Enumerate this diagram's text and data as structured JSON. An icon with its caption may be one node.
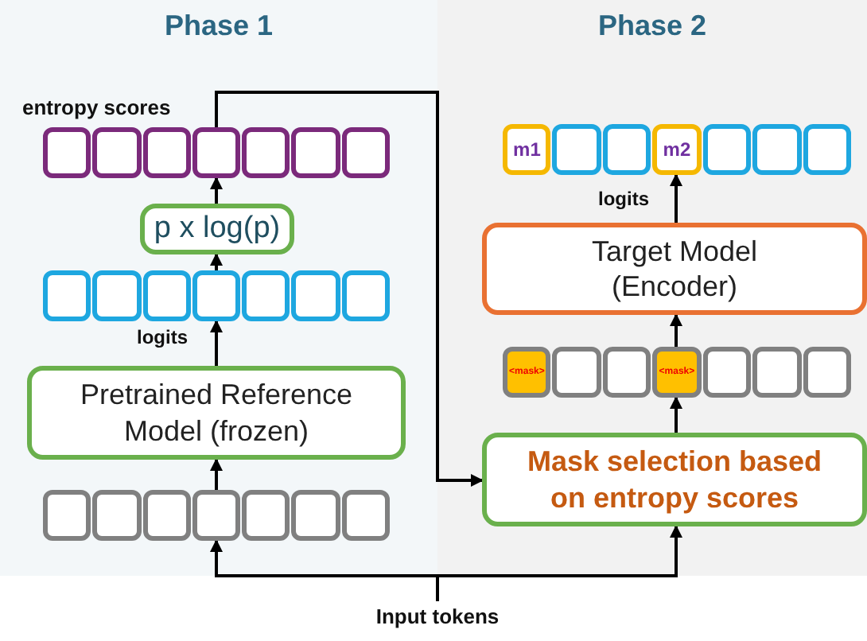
{
  "diagram": {
    "nodes": [
      {
        "text": [
          "Phase 1"
        ]
      },
      {
        "text": [],
        "shape": "bar",
        "in": 0,
        "beside": [
          "entropy scores"
        ]
      },
      {
        "text": [
          "p x log(p)"
        ],
        "in": 0
      },
      {
        "text": [],
        "shape": "bar",
        "in": 0
      },
      {
        "text": [
          "Pretrained Reference Model (frozen)"
        ],
        "in": 0
      },
      {
        "text": [],
        "shape": "bar",
        "in": 0
      },
      {
        "text": [
          "Phase 2"
        ]
      },
      {
        "text": [
          "m1",
          "m2"
        ],
        "in": 6
      },
      {
        "text": [
          "Target Model (Encoder)"
        ],
        "in": 6
      },
      {
        "text": [
          "<mask>",
          "<mask>"
        ],
        "in": 6
      },
      {
        "text": [
          "Mask selection based on entropy scores"
        ],
        "in": 6
      },
      {
        "text": [
          "Input tokens"
        ]
      }
    ],
    "edges": [
      {
        "from": 11,
        "to": 5,
        "arrow": "to"
      },
      {
        "from": 11,
        "to": 10,
        "arrow": "to"
      },
      {
        "from": 5,
        "to": 4,
        "arrow": "to"
      },
      {
        "from": 4,
        "to": 3,
        "arrow": "to",
        "label": "logits"
      },
      {
        "from": 3,
        "to": 2,
        "arrow": "to"
      },
      {
        "from": 2,
        "to": 1,
        "arrow": "to"
      },
      {
        "from": 1,
        "to": 10,
        "arrow": "to"
      },
      {
        "from": 10,
        "to": 9,
        "arrow": "to"
      },
      {
        "from": 9,
        "to": 8,
        "arrow": "to"
      },
      {
        "from": 8,
        "to": 7,
        "arrow": "to",
        "label": "logits"
      }
    ]
  }
}
